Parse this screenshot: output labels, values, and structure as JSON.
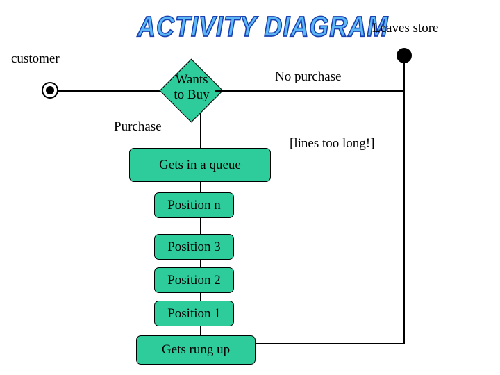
{
  "title": "ACTIVITY  DIAGRAM",
  "labels": {
    "customer": "customer",
    "purchase": "Purchase",
    "no_purchase": "No purchase",
    "leaves_store": "Leaves store",
    "lines_note": "[lines too long!]"
  },
  "decision": {
    "line1": "Wants",
    "line2": "to Buy"
  },
  "nodes": [
    {
      "label": "Gets in a queue"
    },
    {
      "label": "Position n"
    },
    {
      "label": "Position 3"
    },
    {
      "label": "Position 2"
    },
    {
      "label": "Position 1"
    },
    {
      "label": "Gets rung up"
    }
  ],
  "colors": {
    "node_fill": "#2ecc9b",
    "title_fill": "#5bb8f5",
    "title_stroke": "#1a3fb0",
    "stroke": "#000000"
  }
}
